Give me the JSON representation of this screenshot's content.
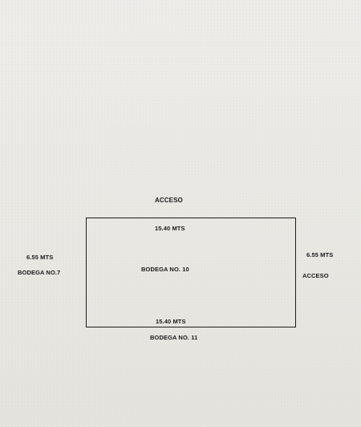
{
  "diagram": {
    "top_label": "ACCESO",
    "top_dimension": "15.40 MTS",
    "center_label": "BODEGA NO. 10",
    "bottom_dimension": "15.40 MTS",
    "bottom_label": "BODEGA NO. 11",
    "left_dimension": "6.55 MTS",
    "left_label": "BODEGA NO.7",
    "right_dimension": "6.55 MTS",
    "right_label": "ACCESO"
  },
  "colors": {
    "paper": "#ecebe6",
    "ink": "#1a1a1a"
  }
}
